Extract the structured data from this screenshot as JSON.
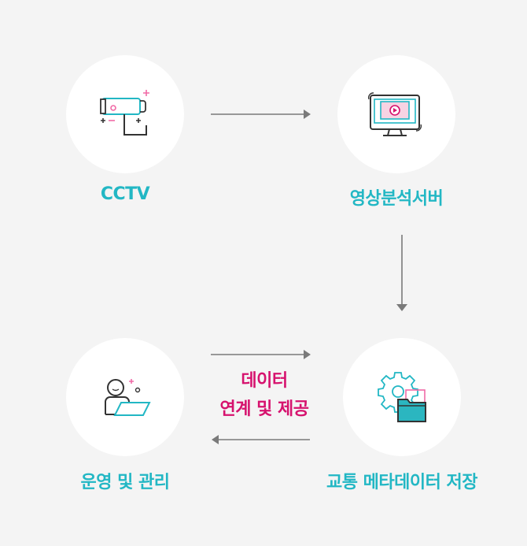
{
  "nodes": {
    "cctv": {
      "label": "CCTV",
      "icon": "cctv-camera-icon"
    },
    "server": {
      "label": "영상분석서버",
      "icon": "monitor-play-icon"
    },
    "storage": {
      "label": "교통 메타데이터 저장",
      "icon": "gear-folder-icon"
    },
    "operation": {
      "label": "운영 및 관리",
      "icon": "person-laptop-icon"
    }
  },
  "center": {
    "line1": "데이터",
    "line2": "연계 및 제공"
  },
  "colors": {
    "accent": "#22b7c4",
    "highlight": "#d6126e",
    "pink": "#f06aa6",
    "line": "#7a7a7a",
    "background": "#f4f4f4",
    "dark_icon": "#333333"
  }
}
